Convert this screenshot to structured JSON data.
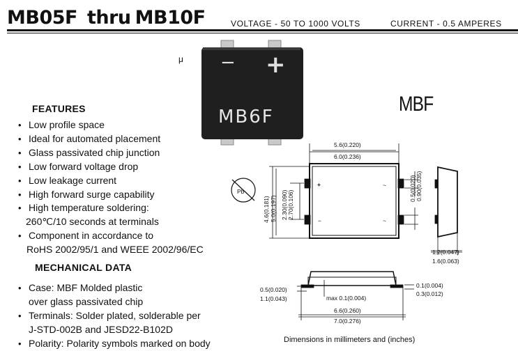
{
  "header": {
    "part_from": "MB05F",
    "thru": "thru",
    "part_to": "MB10F",
    "voltage": "VOLTAGE - 50 TO 1000 VOLTS",
    "current": "CURRENT - 0.5 AMPERES"
  },
  "mu_symbol": "μ",
  "package": {
    "marking": "MB6F",
    "minus": "−",
    "plus": "+",
    "name": "MBF"
  },
  "features": {
    "heading": "FEATURES",
    "items": [
      "Low profile space",
      "Ideal for automated placement",
      "Glass passivated chip junction",
      "Low forward voltage drop",
      "Low leakage current",
      "High forward surge capability",
      "High temperature soldering:",
      "260℃/10 seconds at terminals",
      "Component in accordance to",
      "RoHS 2002/95/1 and WEEE 2002/96/EC"
    ]
  },
  "mechanical": {
    "heading": "MECHANICAL DATA",
    "items": [
      "Case: MBF Molded plastic",
      "over glass passivated chip",
      "Terminals: Solder plated, solderable per",
      "J-STD-002B and JESD22-B102D",
      "Polarity: Polarity symbols marked on body"
    ]
  },
  "dimensions": {
    "width_top_1": "5.6(0.220)",
    "width_top_2": "6.0(0.236)",
    "height_1": "4.6(0.181)",
    "height_2": "5.0(0.197)",
    "pitch_1": "2.30(0.090)",
    "pitch_2": "2.70(0.106)",
    "lead_w_1": "0.5(0.020)",
    "lead_w_2": "0.90(0.035)",
    "side_1": "1.2(0.047)",
    "side_2": "1.6(0.063)",
    "lead_t_1": "0.5(0.020)",
    "lead_t_2": "1.1(0.043)",
    "standoff_max": "max 0.1(0.004)",
    "lead_h_1": "0.1(0.004)",
    "lead_h_2": "0.3(0.012)",
    "overall_1": "6.6(0.260)",
    "overall_2": "7.0(0.276)",
    "pb_symbol": "Pb",
    "top_plus": "+",
    "top_minus": "−",
    "top_ac1": "~",
    "top_ac2": "~",
    "note": "Dimensions in millimeters and (inches)"
  }
}
